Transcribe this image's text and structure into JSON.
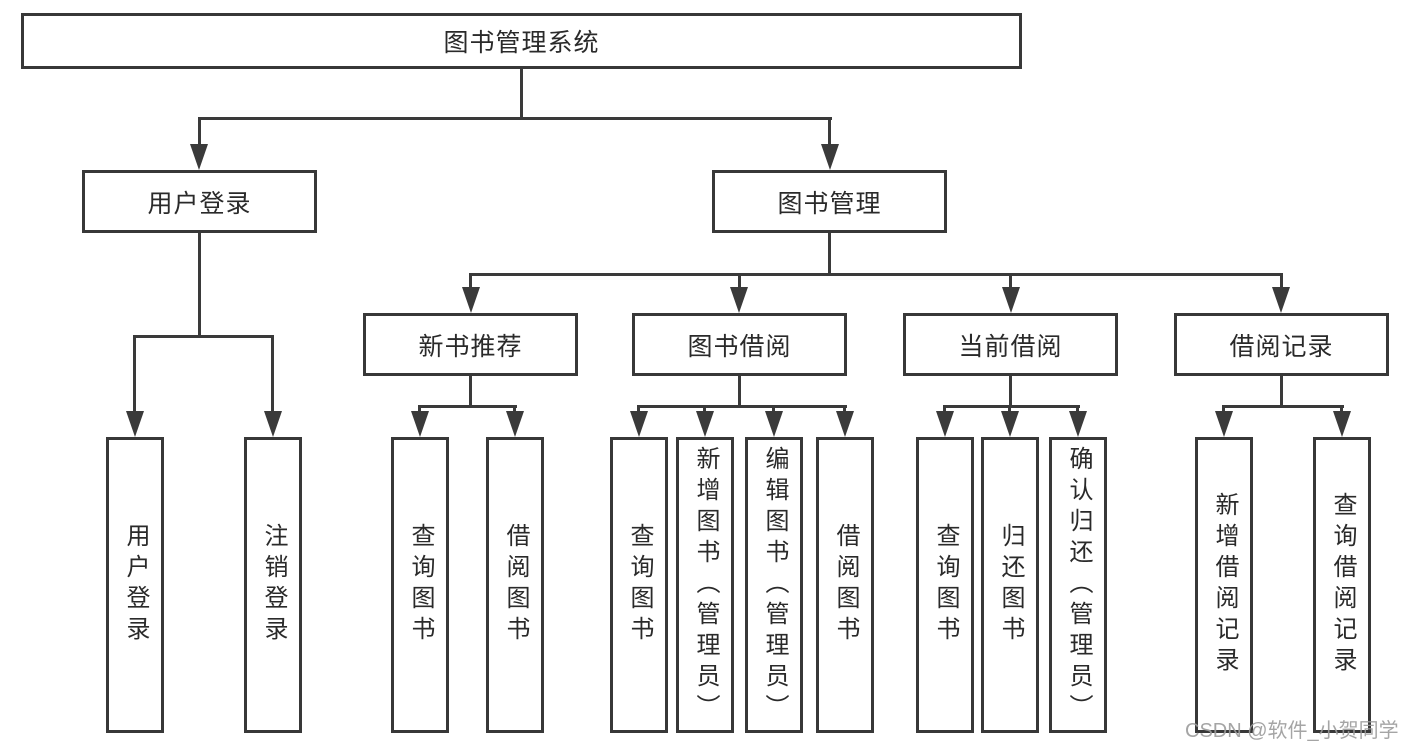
{
  "diagram": {
    "root": "图书管理系统",
    "branches": [
      {
        "label": "用户登录",
        "children": [
          "用户登录",
          "注销登录"
        ]
      },
      {
        "label": "图书管理",
        "groups": [
          {
            "label": "新书推荐",
            "children": [
              "查询图书",
              "借阅图书"
            ]
          },
          {
            "label": "图书借阅",
            "children": [
              "查询图书",
              "新增图书（管理员）",
              "编辑图书（管理员）",
              "借阅图书"
            ]
          },
          {
            "label": "当前借阅",
            "children": [
              "查询图书",
              "归还图书",
              "确认归还（管理员）"
            ]
          },
          {
            "label": "借阅记录",
            "children": [
              "新增借阅记录",
              "查询借阅记录"
            ]
          }
        ]
      }
    ]
  },
  "watermark": "CSDN @软件_小贺同学",
  "colors": {
    "line": "#3a3a3a",
    "border": "#383838",
    "text": "#2a2a2a",
    "watermark": "#9b9b9b",
    "background": "#ffffff"
  }
}
